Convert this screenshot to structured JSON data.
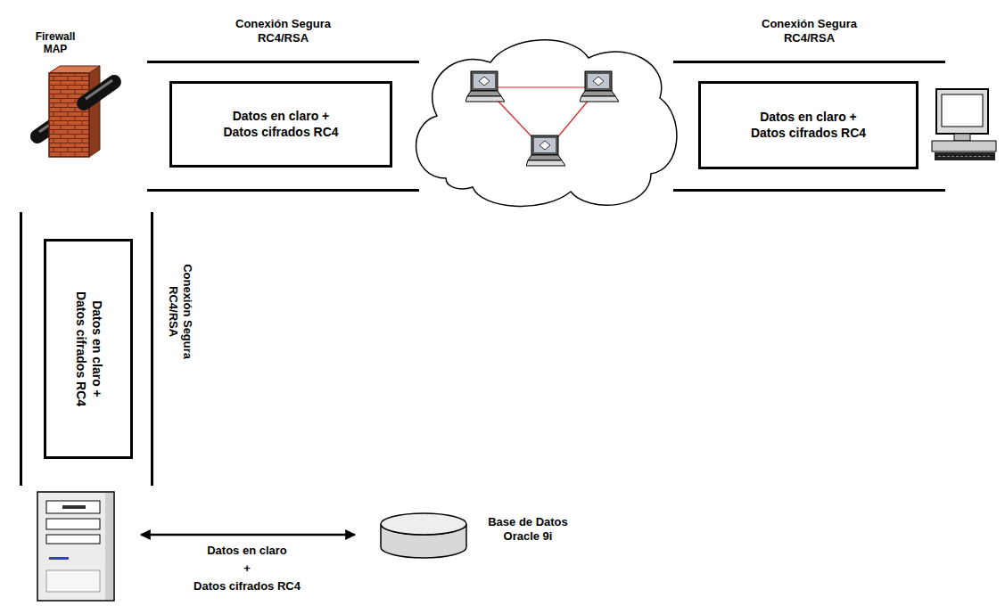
{
  "diagram": {
    "nodes": [
      {
        "text": [
          "Conexión Segura RC4/RSA"
        ]
      },
      {
        "text": [
          "Datos en claro + Datos cifrados RC4"
        ],
        "in": 0
      },
      {
        "text": [
          "Conexión Segura RC4/RSA"
        ]
      },
      {
        "text": [
          "Datos en claro + Datos cifrados RC4"
        ],
        "in": 2
      },
      {
        "text": [
          "Conexión Segura RC4/RSA"
        ]
      },
      {
        "text": [
          "Datos en claro + Datos cifrados RC4"
        ],
        "in": 4
      }
    ],
    "labels": [
      "Firewall MAP",
      "Base de Datos Oracle 9i",
      "Datos en claro",
      "+",
      "Datos cifrados RC4"
    ]
  }
}
